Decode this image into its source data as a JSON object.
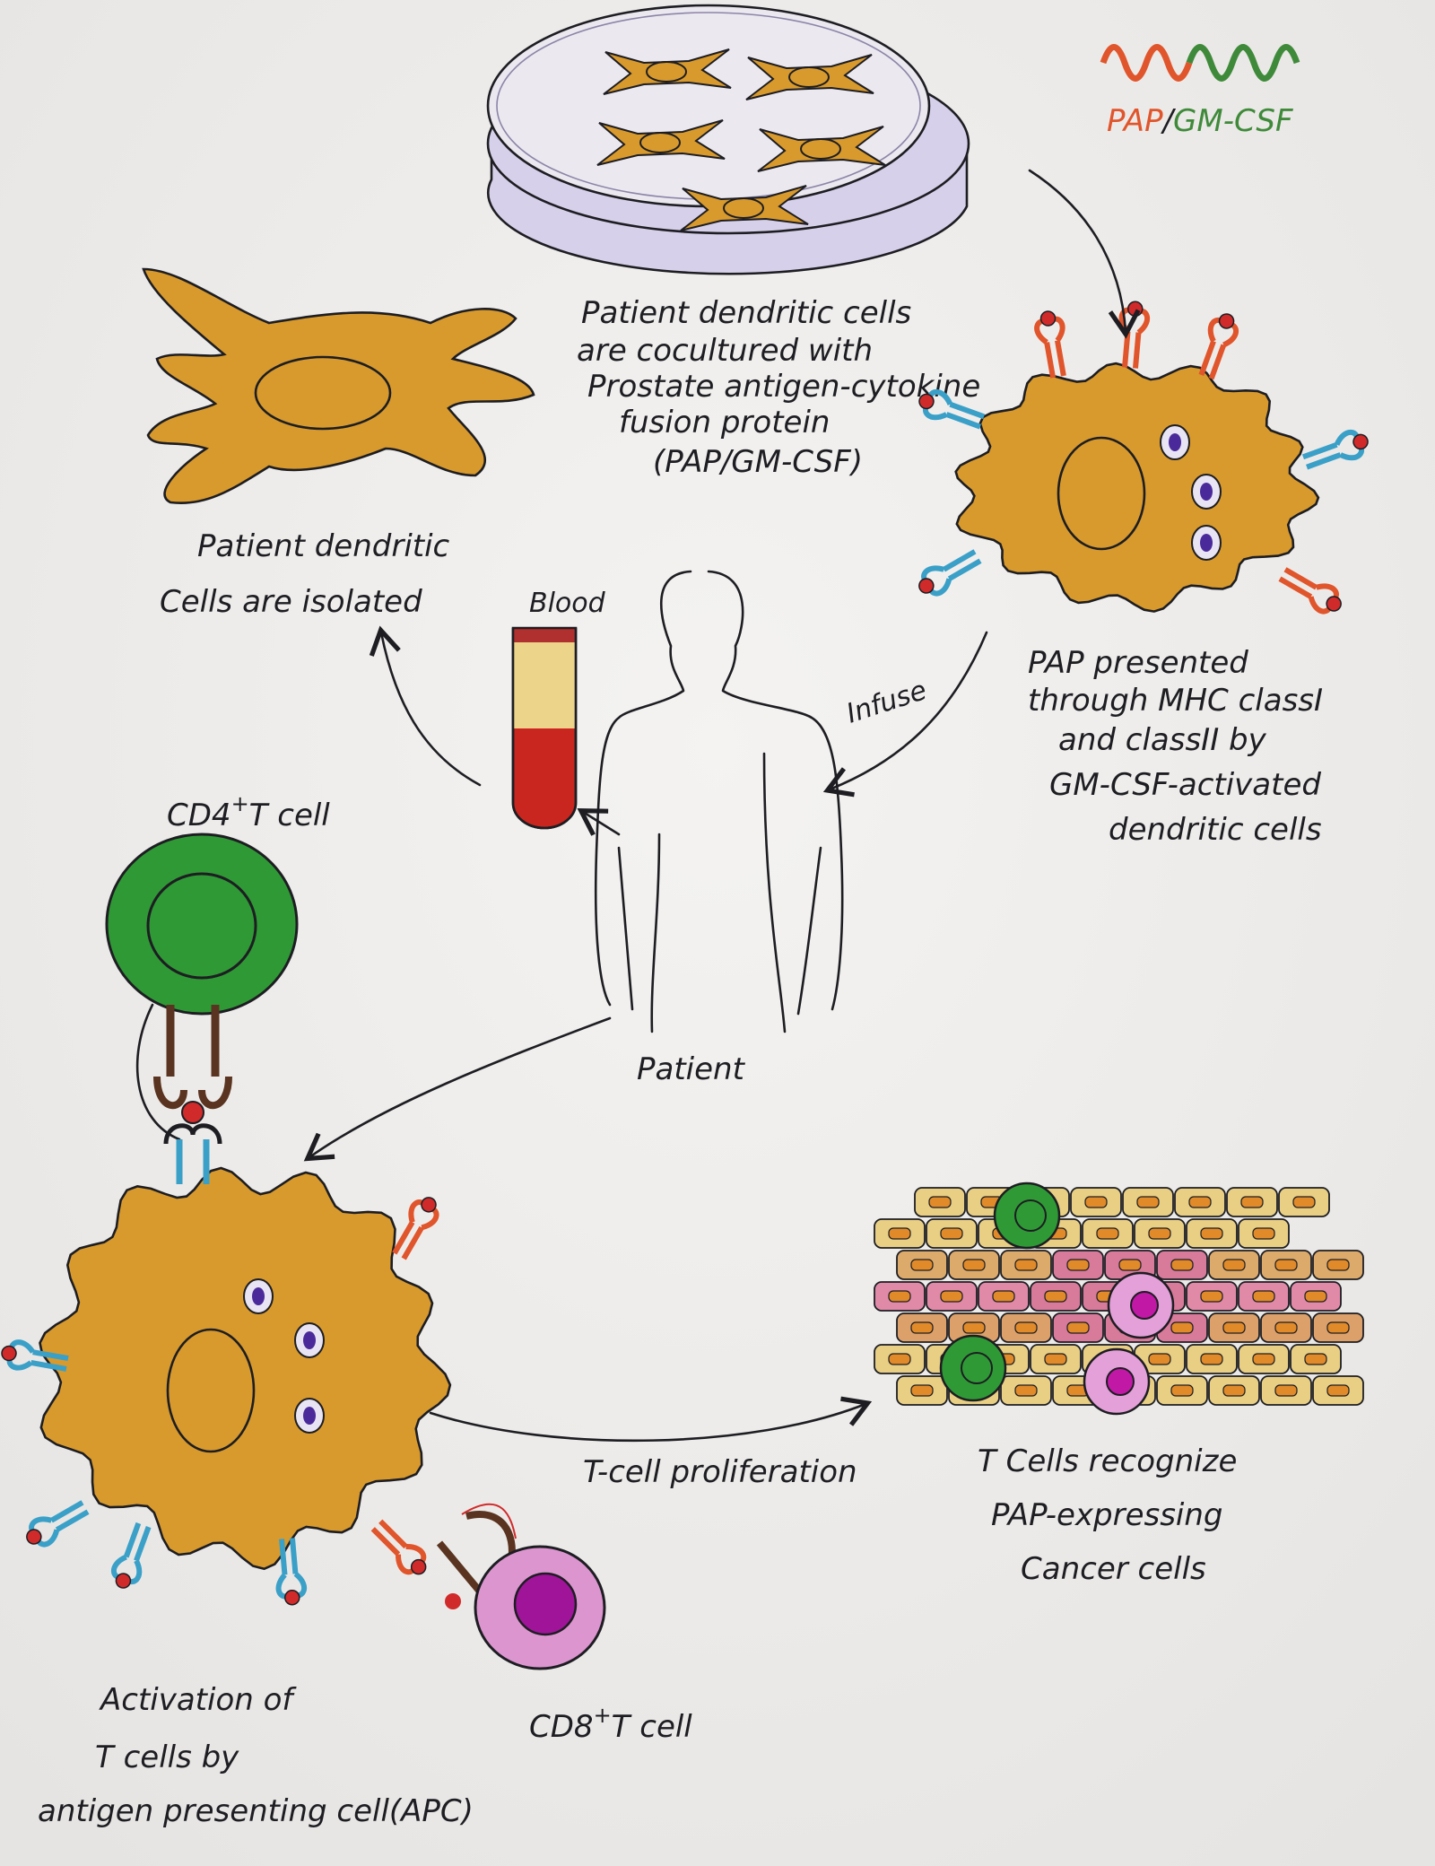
{
  "colors": {
    "paper": "#efeeec",
    "dendritic_cell": "#d89a2c",
    "pap": "#e0552b",
    "gmcsf": "#3f8a3a",
    "cd4_cell": "#2f9a35",
    "cd8_cell": "#d98ccc",
    "cd8_nucleus": "#a0149a",
    "blood_plasma": "#ecd48a",
    "blood_cells": "#c8261e",
    "dish": "#d7d0ea"
  },
  "legend": {
    "pap": "PAP",
    "separator": "/",
    "gmcsf": "GM-CSF"
  },
  "coculture": {
    "lines": [
      "Patient dendritic cells",
      "are cocultured with",
      "Prostate antigen-cytokine",
      "fusion protein",
      "(PAP/GM-CSF)"
    ]
  },
  "isolation": {
    "lines": [
      "Patient dendritic",
      "Cells are isolated"
    ]
  },
  "blood_label": "Blood",
  "infuse_label": "Infuse",
  "patient_label": "Patient",
  "presentation": {
    "lines": [
      "PAP presented",
      "through MHC classI",
      "and classII by",
      "GM-CSF-activated",
      "dendritic cells"
    ]
  },
  "cd4": {
    "prefix": "CD4",
    "sup": "+",
    "suffix": "T cell"
  },
  "cd8": {
    "prefix": "CD8",
    "sup": "+",
    "suffix": "T cell"
  },
  "activation": {
    "lines": [
      "Activation of",
      "T cells by",
      "antigen presenting cell(APC)"
    ]
  },
  "proliferation_label": "T-cell proliferation",
  "recognition": {
    "lines": [
      "T Cells recognize",
      "PAP-expressing",
      "Cancer cells"
    ]
  }
}
